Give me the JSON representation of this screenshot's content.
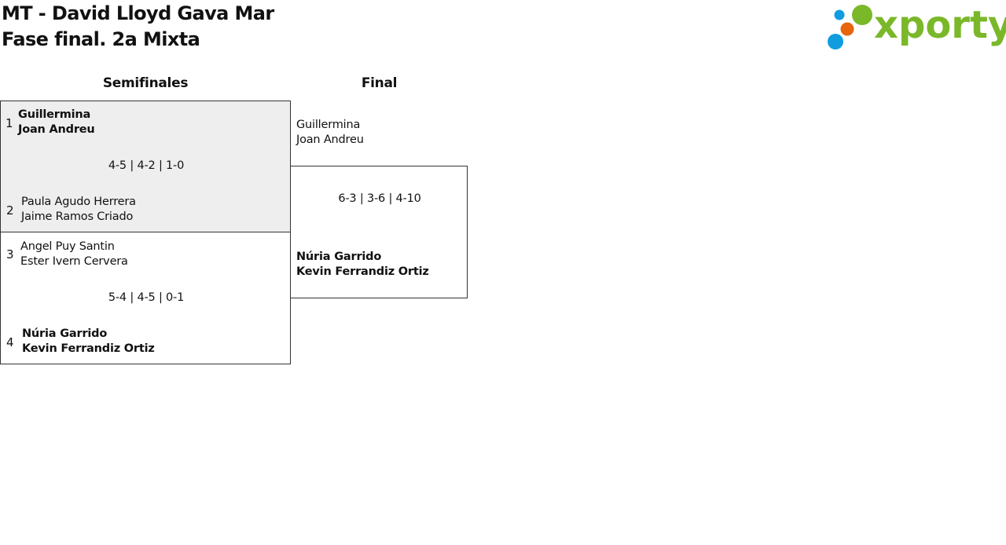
{
  "header": {
    "title_line1": "MT - David Lloyd Gava Mar",
    "title_line2": "Fase final. 2a Mixta",
    "logo_text": "xporty",
    "logo_colors": {
      "green": "#7ab829",
      "blue": "#0f9de0",
      "orange": "#e8650e"
    }
  },
  "rounds": {
    "semifinal": "Semifinales",
    "final": "Final"
  },
  "semifinals": [
    {
      "shaded": true,
      "team_a": {
        "seed": "1",
        "player1": "Guillermina",
        "player2": "Joan Andreu",
        "winner": true
      },
      "score": "4-5 | 4-2 | 1-0",
      "team_b": {
        "seed": "2",
        "player1": "Paula Agudo Herrera",
        "player2": "Jaime Ramos Criado",
        "winner": false
      }
    },
    {
      "shaded": false,
      "team_a": {
        "seed": "3",
        "player1": "Angel Puy Santin",
        "player2": "Ester Ivern Cervera",
        "winner": false
      },
      "score": "5-4 | 4-5 | 0-1",
      "team_b": {
        "seed": "4",
        "player1": "Núria Garrido",
        "player2": "Kevin Ferrandiz Ortiz",
        "winner": true
      }
    }
  ],
  "final": {
    "team_a": {
      "player1": "Guillermina",
      "player2": "Joan Andreu",
      "winner": false
    },
    "score": "6-3 | 3-6 | 4-10",
    "team_b": {
      "player1": "Núria Garrido",
      "player2": "Kevin Ferrandiz Ortiz",
      "winner": true
    }
  }
}
